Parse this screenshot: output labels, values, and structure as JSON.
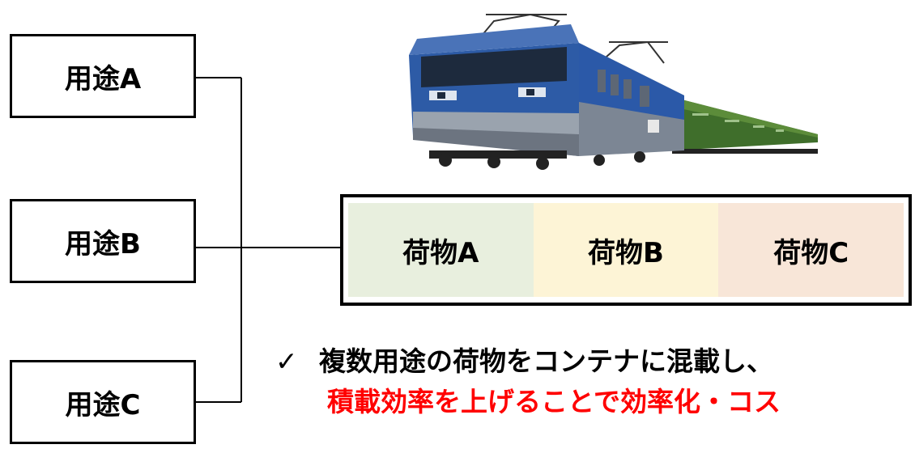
{
  "usages": [
    {
      "label": "用途A"
    },
    {
      "label": "用途B"
    },
    {
      "label": "用途C"
    }
  ],
  "container": {
    "cargo": [
      {
        "label": "荷物A",
        "color": "#e8efde"
      },
      {
        "label": "荷物B",
        "color": "#fdf4d6"
      },
      {
        "label": "荷物C",
        "color": "#f8e6d8"
      }
    ]
  },
  "train": {
    "icon": "freight-train-icon"
  },
  "conclusion": {
    "check_mark": "✓",
    "line1": "複数用途の荷物をコンテナに混載し、",
    "line2": "積載効率を上げることで効率化・コス",
    "line2_color": "#ff0000"
  }
}
